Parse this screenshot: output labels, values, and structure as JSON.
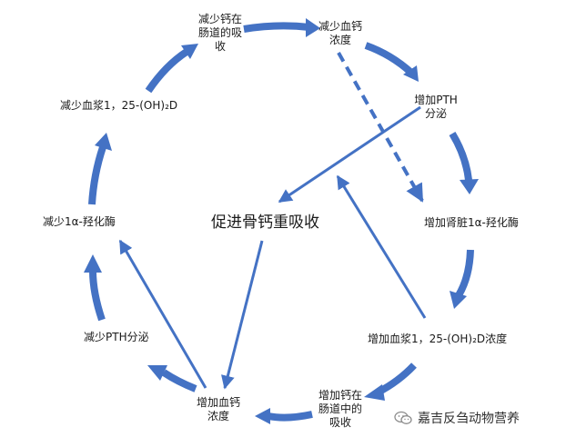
{
  "colors": {
    "arrow": "#4472C4",
    "text": "#1a1a1a",
    "watermark_icon": "#8c8c8c"
  },
  "diagram": {
    "center": "促进骨钙重吸收",
    "nodes": {
      "reduce_ca_absorption": "减少钙在\n肠道的吸\n收",
      "reduce_blood_ca": "减少血钙\n浓度",
      "increase_pth": "增加PTH\n分泌",
      "increase_kidney_enzyme": "增加肾脏1α-羟化酶",
      "increase_vitd": "增加血浆1，25-(OH)₂D浓度",
      "increase_ca_absorption": "增加钙在\n肠道中的\n吸收",
      "increase_blood_ca": "增加血钙\n浓度",
      "reduce_pth": "减少PTH分泌",
      "reduce_enzyme": "减少1α-羟化酶",
      "reduce_vitd": "减少血浆1，25-(OH)₂D"
    }
  },
  "watermark": {
    "icon": "wechat-icon",
    "text": "嘉吉反刍动物营养"
  }
}
